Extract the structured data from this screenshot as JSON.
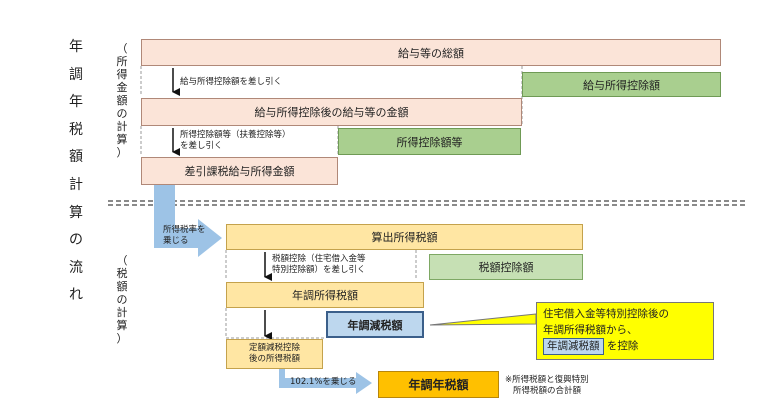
{
  "vertical_title": [
    "年",
    "調",
    "年",
    "税",
    "額",
    "計",
    "算",
    "の",
    "流",
    "れ"
  ],
  "section1_label": [
    "（",
    "所",
    "得",
    "金",
    "額",
    "の",
    "計",
    "算",
    "）"
  ],
  "section2_label": [
    "（",
    "税",
    "額",
    "の",
    "計",
    "算",
    "）"
  ],
  "boxes": {
    "total_salary": "給与等の総額",
    "salary_deduction": "給与所得控除額",
    "salary_after_deduction": "給与所得控除後の給与等の金額",
    "income_deductions": "所得控除額等",
    "taxable_income": "差引課税給与所得金額",
    "computed_tax": "算出所得税額",
    "tax_credit": "税額控除額",
    "annual_income_tax": "年調所得税額",
    "annual_reduction": "年調減税額",
    "after_fixed_reduction": [
      "定額減税控除",
      "後の所得税額"
    ],
    "final_tax": "年調年税額"
  },
  "notes": {
    "subtract_salary_deduction": "給与所得控除額を差し引く",
    "subtract_income_deductions": [
      "所得控除額等（扶養控除等）",
      "を差し引く"
    ],
    "multiply_rate": [
      "所得税率を",
      "乗じる"
    ],
    "subtract_tax_credit": [
      "税額控除（住宅借入金等",
      "特別控除額）を差し引く"
    ],
    "multiply_102": "102.1%を乗じる",
    "footnote": [
      "※所得税額と復興特別",
      "所得税額の合計額"
    ]
  },
  "callout": {
    "line1": "住宅借入金等特別控除後の",
    "line2": "年調所得税額から、",
    "box": "年調減税額",
    "tail": "を控除"
  },
  "colors": {
    "pink": "#fbe4d8",
    "green": "#a9cf8f",
    "light_green": "#c6e0b4",
    "yellow": "#ffe6a3",
    "blue": "#bdd7ee",
    "orange": "#ffc000",
    "callout_yellow": "#ffff00",
    "arrow_blue": "#9dc3e6"
  }
}
